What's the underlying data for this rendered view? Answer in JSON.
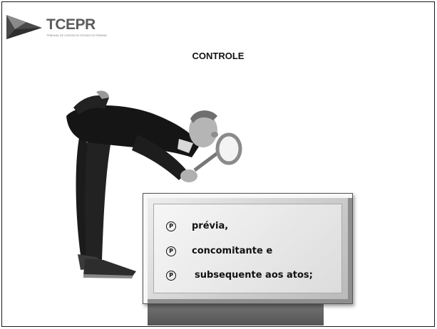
{
  "logo": {
    "name": "TCEPR",
    "subtitle": "TRIBUNAL DE CONTAS DO ESTADO DO PARANÁ"
  },
  "title": "CONTROLE",
  "illustration": "man-with-magnifying-glass",
  "bullet_icon": "circled-p-icon",
  "items": [
    {
      "text": "prévia,"
    },
    {
      "text": "concomitante e"
    },
    {
      "text": "subsequente aos atos;"
    }
  ],
  "colors": {
    "logo_text": "#5b5b5b",
    "box_face": "#dcdcdc"
  }
}
